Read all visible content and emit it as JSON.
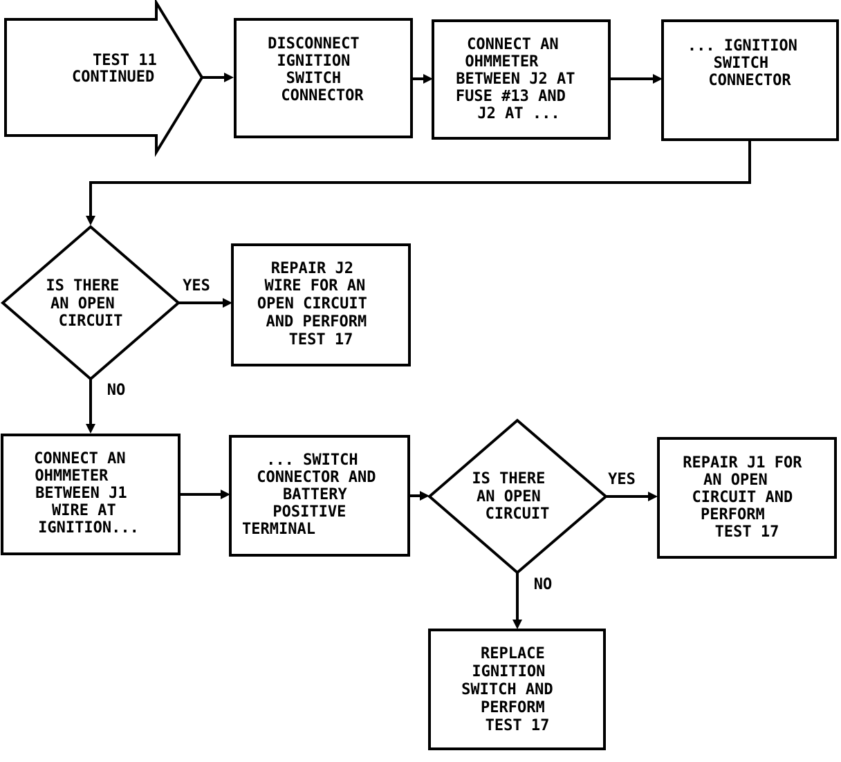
{
  "start": {
    "lines": [
      "TEST 11",
      "CONTINUED"
    ]
  },
  "step_disconnect": {
    "lines": [
      "DISCONNECT",
      "IGNITION",
      "SWITCH",
      "CONNECTOR"
    ]
  },
  "step_connect_j2": {
    "lines": [
      "CONNECT AN",
      "OHMMETER",
      "BETWEEN J2 AT",
      "FUSE #13 AND",
      "J2 AT ..."
    ]
  },
  "step_ignition_cont": {
    "lines": [
      "... IGNITION",
      "SWITCH",
      "CONNECTOR"
    ]
  },
  "decision_1": {
    "lines": [
      "IS THERE",
      "AN OPEN",
      "CIRCUIT"
    ],
    "yes_label": "YES",
    "no_label": "NO"
  },
  "repair_j2": {
    "lines": [
      "REPAIR J2",
      "WIRE FOR AN",
      "OPEN CIRCUIT",
      "AND PERFORM",
      "TEST 17"
    ]
  },
  "step_connect_j1": {
    "lines": [
      "CONNECT AN",
      "OHMMETER",
      "BETWEEN J1",
      "WIRE AT",
      "IGNITION..."
    ]
  },
  "step_switch_cont": {
    "lines": [
      "... SWITCH",
      "CONNECTOR AND",
      "BATTERY",
      "POSITIVE",
      "TERMINAL"
    ]
  },
  "decision_2": {
    "lines": [
      "IS THERE",
      "AN OPEN",
      "CIRCUIT"
    ],
    "yes_label": "YES",
    "no_label": "NO"
  },
  "repair_j1": {
    "lines": [
      "REPAIR J1 FOR",
      "AN OPEN",
      "CIRCUIT AND",
      "PERFORM",
      "TEST 17"
    ]
  },
  "replace_switch": {
    "lines": [
      "REPLACE",
      "IGNITION",
      "SWITCH AND",
      "PERFORM",
      "TEST 17"
    ]
  }
}
